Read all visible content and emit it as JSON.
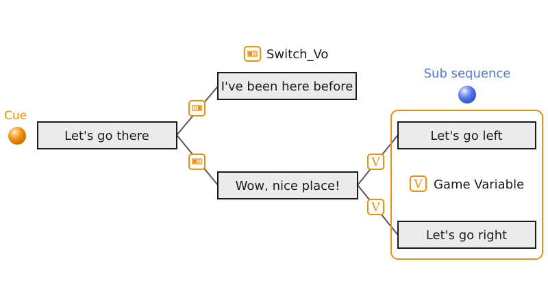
{
  "colors": {
    "accent": "#f0900a",
    "sub_sequence": "#4f74e8",
    "node_fill": "#ebebeb",
    "node_border": "#1a1a1a",
    "connector": "#555555"
  },
  "cue": {
    "label": "Cue",
    "icon": "orange-sphere-icon"
  },
  "nodes": {
    "root": "Let's go there",
    "switch_top": "I've been here before",
    "switch_bottom": "Wow, nice place!",
    "var_top": "Let's go left",
    "var_bottom": "Let's go right"
  },
  "legend": {
    "switch_label": "Switch_Vo",
    "switch_icon": "switch-icon",
    "variable_label": "Game Variable",
    "variable_icon": "variable-icon",
    "variable_glyph": "V"
  },
  "sub_sequence": {
    "label": "Sub sequence",
    "icon": "blue-sphere-icon"
  }
}
